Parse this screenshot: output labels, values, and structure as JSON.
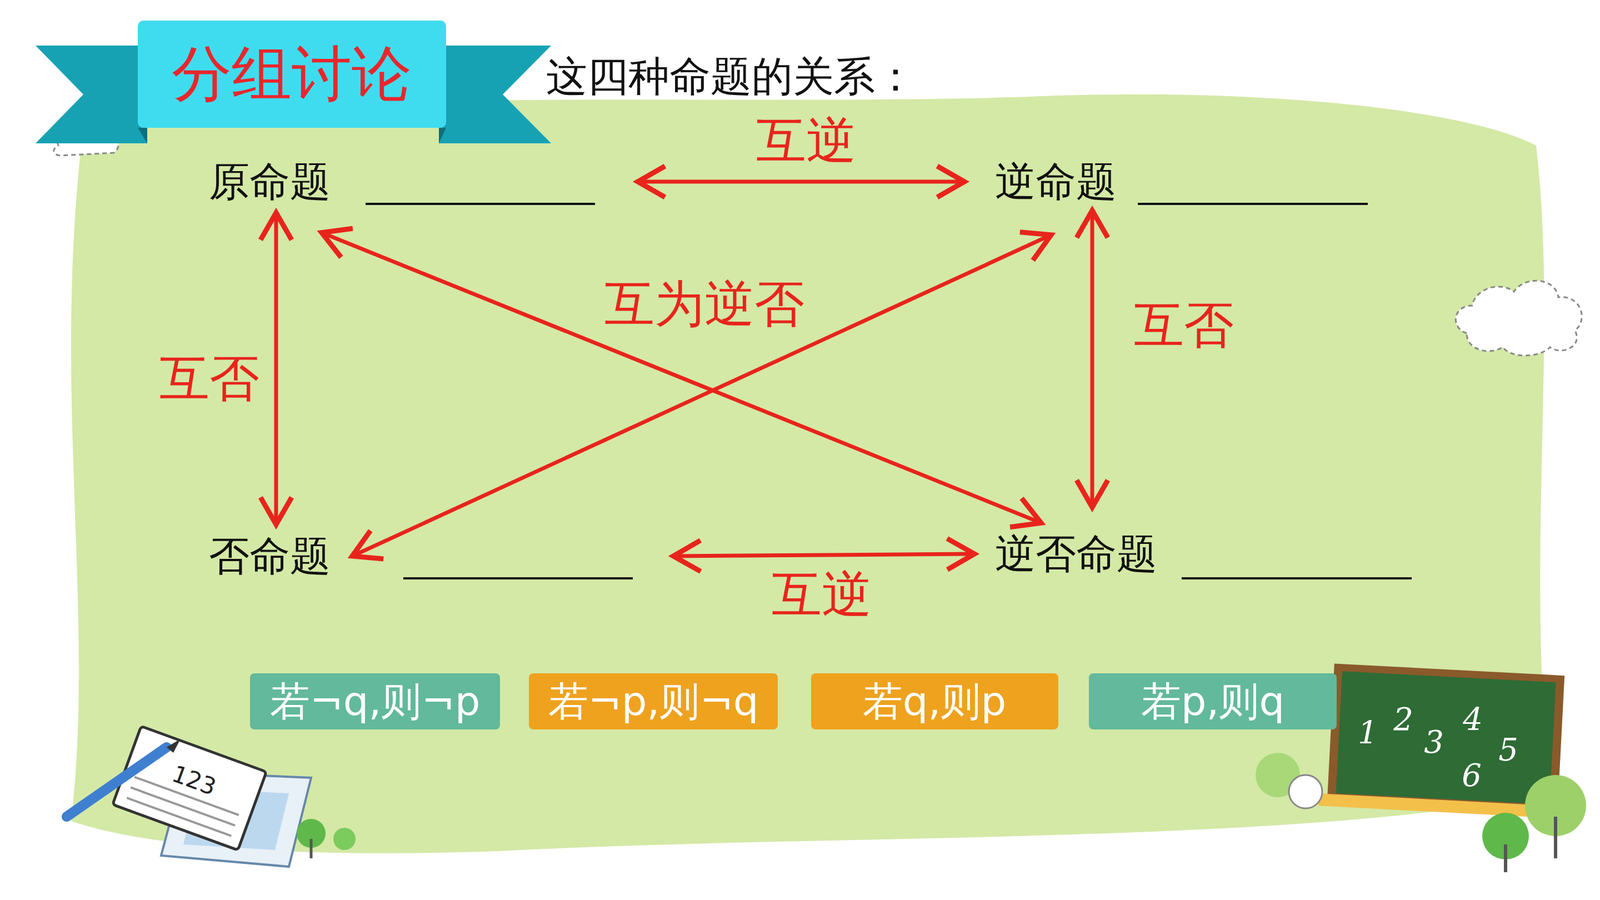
{
  "diagram": {
    "title": "分组讨论",
    "nodes": [
      {
        "text": [
          "原命题"
        ]
      },
      {
        "text": [
          "逆命题"
        ]
      },
      {
        "text": [
          "否命题"
        ]
      },
      {
        "text": [
          "逆否命题"
        ]
      },
      {
        "text": [
          "若¬q,则¬p"
        ]
      },
      {
        "text": [
          "若¬p,则¬q"
        ]
      },
      {
        "text": [
          "若q,则p"
        ]
      },
      {
        "text": [
          "若p,则q"
        ]
      }
    ],
    "edges": [
      {
        "from": 0,
        "to": 1,
        "arrow": "both",
        "label": "互逆"
      },
      {
        "from": 0,
        "to": 2,
        "arrow": "both",
        "label": "互否"
      },
      {
        "from": 1,
        "to": 3,
        "arrow": "both",
        "label": "互否"
      },
      {
        "from": 2,
        "to": 3,
        "arrow": "both",
        "label": "互逆"
      },
      {
        "from": 0,
        "to": 3,
        "arrow": "both",
        "label": "互为逆否"
      },
      {
        "from": 1,
        "to": 2,
        "arrow": "both"
      }
    ],
    "labels": [
      "这四种命题的关系：",
      "123",
      "1",
      "2",
      "3",
      "4",
      "5",
      "6"
    ]
  }
}
